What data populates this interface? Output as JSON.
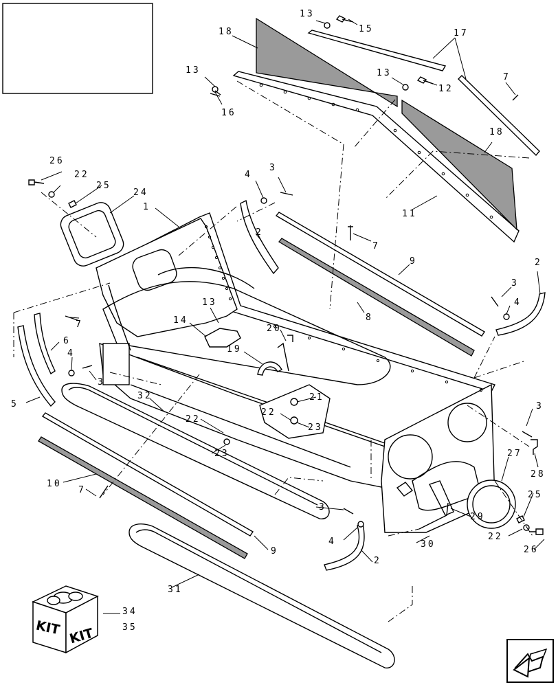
{
  "callouts": [
    {
      "id": "c13a",
      "text": "13"
    },
    {
      "id": "c15",
      "text": "15"
    },
    {
      "id": "c18a",
      "text": "18"
    },
    {
      "id": "c17",
      "text": "17"
    },
    {
      "id": "c13b",
      "text": "13"
    },
    {
      "id": "c16",
      "text": "16"
    },
    {
      "id": "c13c",
      "text": "13"
    },
    {
      "id": "c12",
      "text": "12"
    },
    {
      "id": "c7a",
      "text": "7"
    },
    {
      "id": "c18b",
      "text": "18"
    },
    {
      "id": "c26a",
      "text": "26"
    },
    {
      "id": "c22a",
      "text": "22"
    },
    {
      "id": "c25a",
      "text": "25"
    },
    {
      "id": "c24",
      "text": "24"
    },
    {
      "id": "c4a",
      "text": "4"
    },
    {
      "id": "c3a",
      "text": "3"
    },
    {
      "id": "c11",
      "text": "11"
    },
    {
      "id": "c1",
      "text": "1"
    },
    {
      "id": "c2a",
      "text": "2"
    },
    {
      "id": "c7b",
      "text": "7"
    },
    {
      "id": "c9a",
      "text": "9"
    },
    {
      "id": "c2b",
      "text": "2"
    },
    {
      "id": "c3b",
      "text": "3"
    },
    {
      "id": "c4b",
      "text": "4"
    },
    {
      "id": "c8",
      "text": "8"
    },
    {
      "id": "c13d",
      "text": "13"
    },
    {
      "id": "c14",
      "text": "14"
    },
    {
      "id": "c20",
      "text": "20"
    },
    {
      "id": "c7c",
      "text": "7"
    },
    {
      "id": "c6",
      "text": "6"
    },
    {
      "id": "c19",
      "text": "19"
    },
    {
      "id": "c4c",
      "text": "4"
    },
    {
      "id": "c3c",
      "text": "3"
    },
    {
      "id": "c5",
      "text": "5"
    },
    {
      "id": "c21",
      "text": "21"
    },
    {
      "id": "c32",
      "text": "32"
    },
    {
      "id": "c22b",
      "text": "22"
    },
    {
      "id": "c23a",
      "text": "23"
    },
    {
      "id": "c3d",
      "text": "3"
    },
    {
      "id": "c22c",
      "text": "22"
    },
    {
      "id": "c23b",
      "text": "23"
    },
    {
      "id": "c28",
      "text": "28"
    },
    {
      "id": "c27",
      "text": "27"
    },
    {
      "id": "c10",
      "text": "10"
    },
    {
      "id": "c7d",
      "text": "7"
    },
    {
      "id": "c25b",
      "text": "25"
    },
    {
      "id": "c3e",
      "text": "3"
    },
    {
      "id": "c29",
      "text": "29"
    },
    {
      "id": "c4d",
      "text": "4"
    },
    {
      "id": "c22d",
      "text": "22"
    },
    {
      "id": "c30",
      "text": "30"
    },
    {
      "id": "c26b",
      "text": "26"
    },
    {
      "id": "c9b",
      "text": "9"
    },
    {
      "id": "c2c",
      "text": "2"
    },
    {
      "id": "c31",
      "text": "31"
    },
    {
      "id": "c34",
      "text": "34"
    },
    {
      "id": "c35",
      "text": "35"
    }
  ],
  "kit_box": {
    "face_left": "KIT",
    "face_right": "KIT",
    "icon": "kit-box-icon"
  },
  "nav_icon": "next-page-arrow-icon",
  "colors": {
    "line": "#000000",
    "panel_fill": "#9a9a9a",
    "background": "#ffffff"
  }
}
